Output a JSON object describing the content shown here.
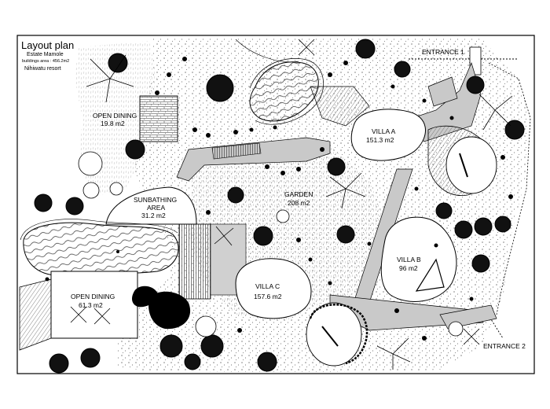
{
  "header": {
    "title": "Layout plan",
    "line1": "Estate Mamole",
    "line2": "buildings area : 456.2m2",
    "line3": "Nihiwatu resort"
  },
  "areas": [
    {
      "id": "open-dining-top",
      "name": "OPEN DINING",
      "size": "19.8 m2"
    },
    {
      "id": "villa-a",
      "name": "VILLA A",
      "size": "151.3 m2"
    },
    {
      "id": "sunbathing",
      "name": "SUNBATHING",
      "name2": "AREA",
      "size": "31.2 m2"
    },
    {
      "id": "garden",
      "name": "GARDEN",
      "size": "208 m2"
    },
    {
      "id": "villa-b",
      "name": "VILLA B",
      "size": "96 m2"
    },
    {
      "id": "villa-c",
      "name": "VILLA C",
      "size": "157.6 m2"
    },
    {
      "id": "open-dining-bottom",
      "name": "OPEN DINING",
      "size": "61.3 m2"
    }
  ],
  "entrances": {
    "e1": "ENTRANCE 1",
    "e2": "ENTRANCE 2"
  },
  "colors": {
    "ink": "#000000",
    "paper": "#ffffff",
    "fill": "#f2f2f2",
    "hatch": "#555555"
  },
  "icons": [
    "tree-canopy-icon",
    "palm-icon",
    "shrub-icon",
    "lounger-icon"
  ]
}
